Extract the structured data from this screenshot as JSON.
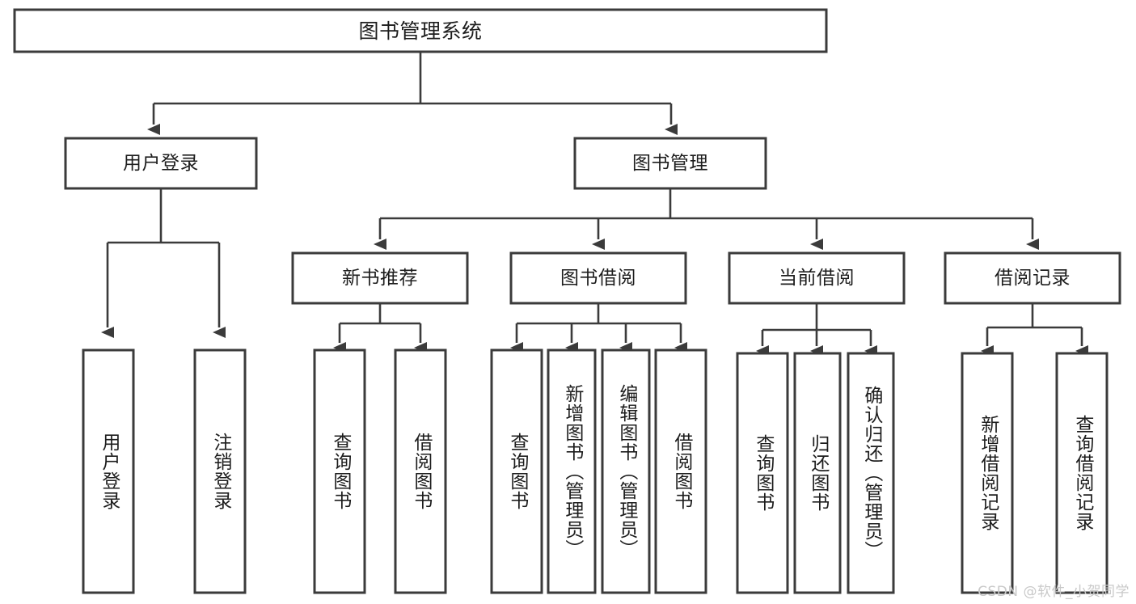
{
  "diagram": {
    "type": "tree-hierarchy-chart",
    "title": "图书管理系统",
    "background_color": "#ffffff",
    "line_color": "#3b3b3b",
    "text_color": "#1d1d1d",
    "watermark": "CSDN @软件_小贺同学",
    "nodes": {
      "root": {
        "label": "图书管理系统"
      },
      "level1": [
        {
          "label": "用户登录"
        },
        {
          "label": "图书管理"
        }
      ],
      "level2": [
        {
          "label": "新书推荐"
        },
        {
          "label": "图书借阅"
        },
        {
          "label": "当前借阅"
        },
        {
          "label": "借阅记录"
        }
      ],
      "leaves": {
        "user_login": [
          {
            "label": "用户登录"
          },
          {
            "label": "注销登录"
          }
        ],
        "new_book_recommend": [
          {
            "label": "查询图书"
          },
          {
            "label": "借阅图书"
          }
        ],
        "book_borrow": [
          {
            "label": "查询图书"
          },
          {
            "label": "新增图书（管理员）"
          },
          {
            "label": "编辑图书（管理员）"
          },
          {
            "label": "借阅图书"
          }
        ],
        "current_borrow": [
          {
            "label": "查询图书"
          },
          {
            "label": "归还图书"
          },
          {
            "label": "确认归还（管理员）"
          }
        ],
        "borrow_record": [
          {
            "label": "新增借阅记录"
          },
          {
            "label": "查询借阅记录"
          }
        ]
      }
    }
  }
}
